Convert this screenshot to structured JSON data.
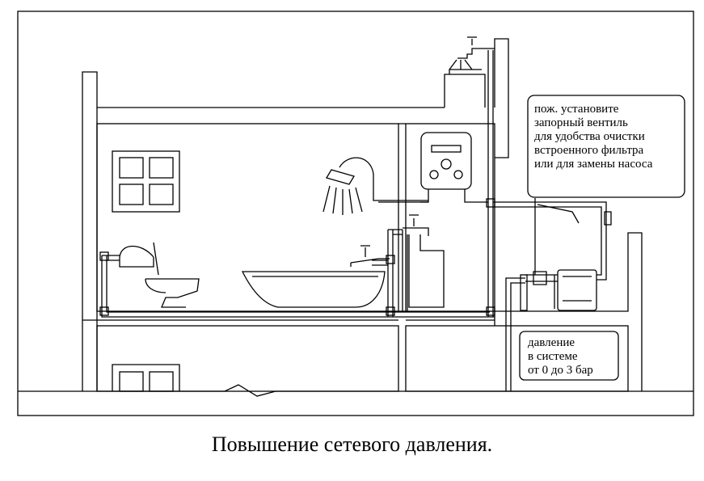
{
  "caption": "Повышение сетевого давления.",
  "callouts": {
    "valve_note": [
      "пож. установите",
      "запорный вентиль",
      "для удобства очистки",
      "встроенного фильтра",
      "или для замены насоса"
    ],
    "pressure_note": [
      "давление",
      "в системе",
      "от 0 до 3 бар"
    ]
  }
}
